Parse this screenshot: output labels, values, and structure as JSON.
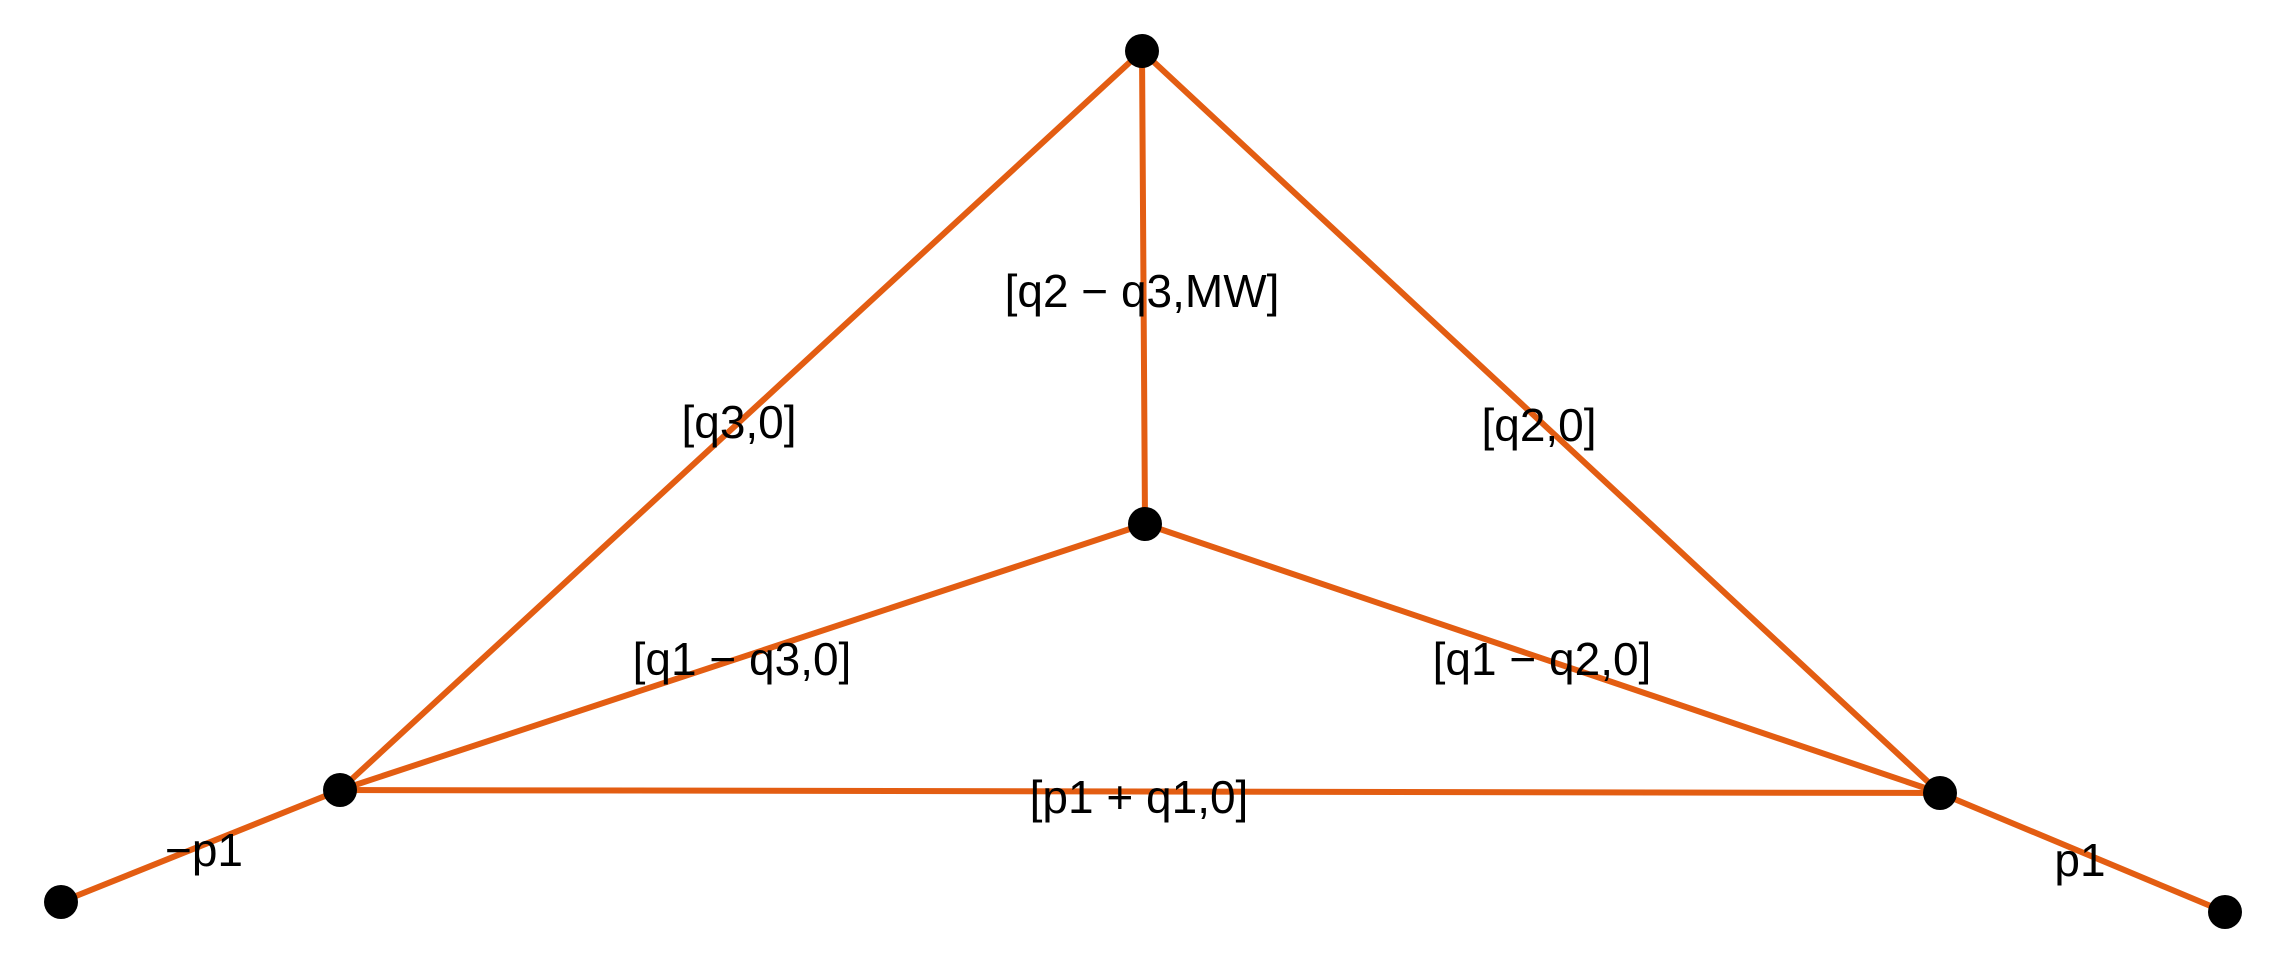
{
  "diagram": {
    "edge_color": "#e35d12",
    "node_color": "#000000",
    "nodes": [
      "top",
      "center",
      "left",
      "right",
      "outer-left",
      "outer-right"
    ],
    "edges": [
      {
        "from": "outer-left",
        "to": "left",
        "label": "−p1"
      },
      {
        "from": "right",
        "to": "outer-right",
        "label": "p1"
      },
      {
        "from": "left",
        "to": "right",
        "label": "[p1 + q1,0]"
      },
      {
        "from": "left",
        "to": "top",
        "label": "[q3,0]"
      },
      {
        "from": "top",
        "to": "right",
        "label": "[q2,0]"
      },
      {
        "from": "top",
        "to": "center",
        "label": "[q2 − q3,MW]"
      },
      {
        "from": "center",
        "to": "left",
        "label": "[q1 − q3,0]"
      },
      {
        "from": "center",
        "to": "right",
        "label": "[q1 − q2,0]"
      }
    ]
  }
}
